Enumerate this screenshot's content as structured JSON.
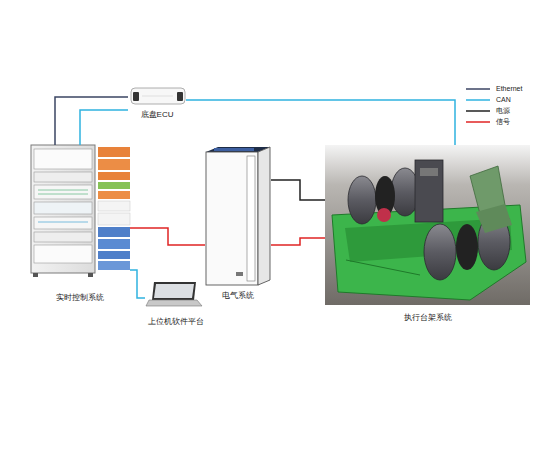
{
  "diagram": {
    "nodes": [
      {
        "text": [
          "底盘ECU"
        ]
      },
      {
        "text": [
          "实时控制系统"
        ]
      },
      {
        "text": [
          "电气系统"
        ]
      },
      {
        "text": [
          "执行台架系统"
        ]
      },
      {
        "text": [
          "上位机软件平台"
        ]
      }
    ],
    "edges": [
      {
        "from": 1,
        "to": 0,
        "arrow": "none"
      },
      {
        "from": 1,
        "to": 0,
        "arrow": "none"
      },
      {
        "from": 0,
        "to": 3,
        "arrow": "none"
      },
      {
        "from": 1,
        "to": 2,
        "arrow": "none"
      },
      {
        "from": 2,
        "to": 3,
        "arrow": "none"
      },
      {
        "from": 2,
        "to": 3,
        "arrow": "none"
      },
      {
        "from": 1,
        "to": 4,
        "arrow": "none"
      }
    ],
    "legend": [
      {
        "text": "Ethernet"
      },
      {
        "text": "CAN"
      },
      {
        "text": "电源"
      },
      {
        "text": "信号"
      }
    ]
  }
}
